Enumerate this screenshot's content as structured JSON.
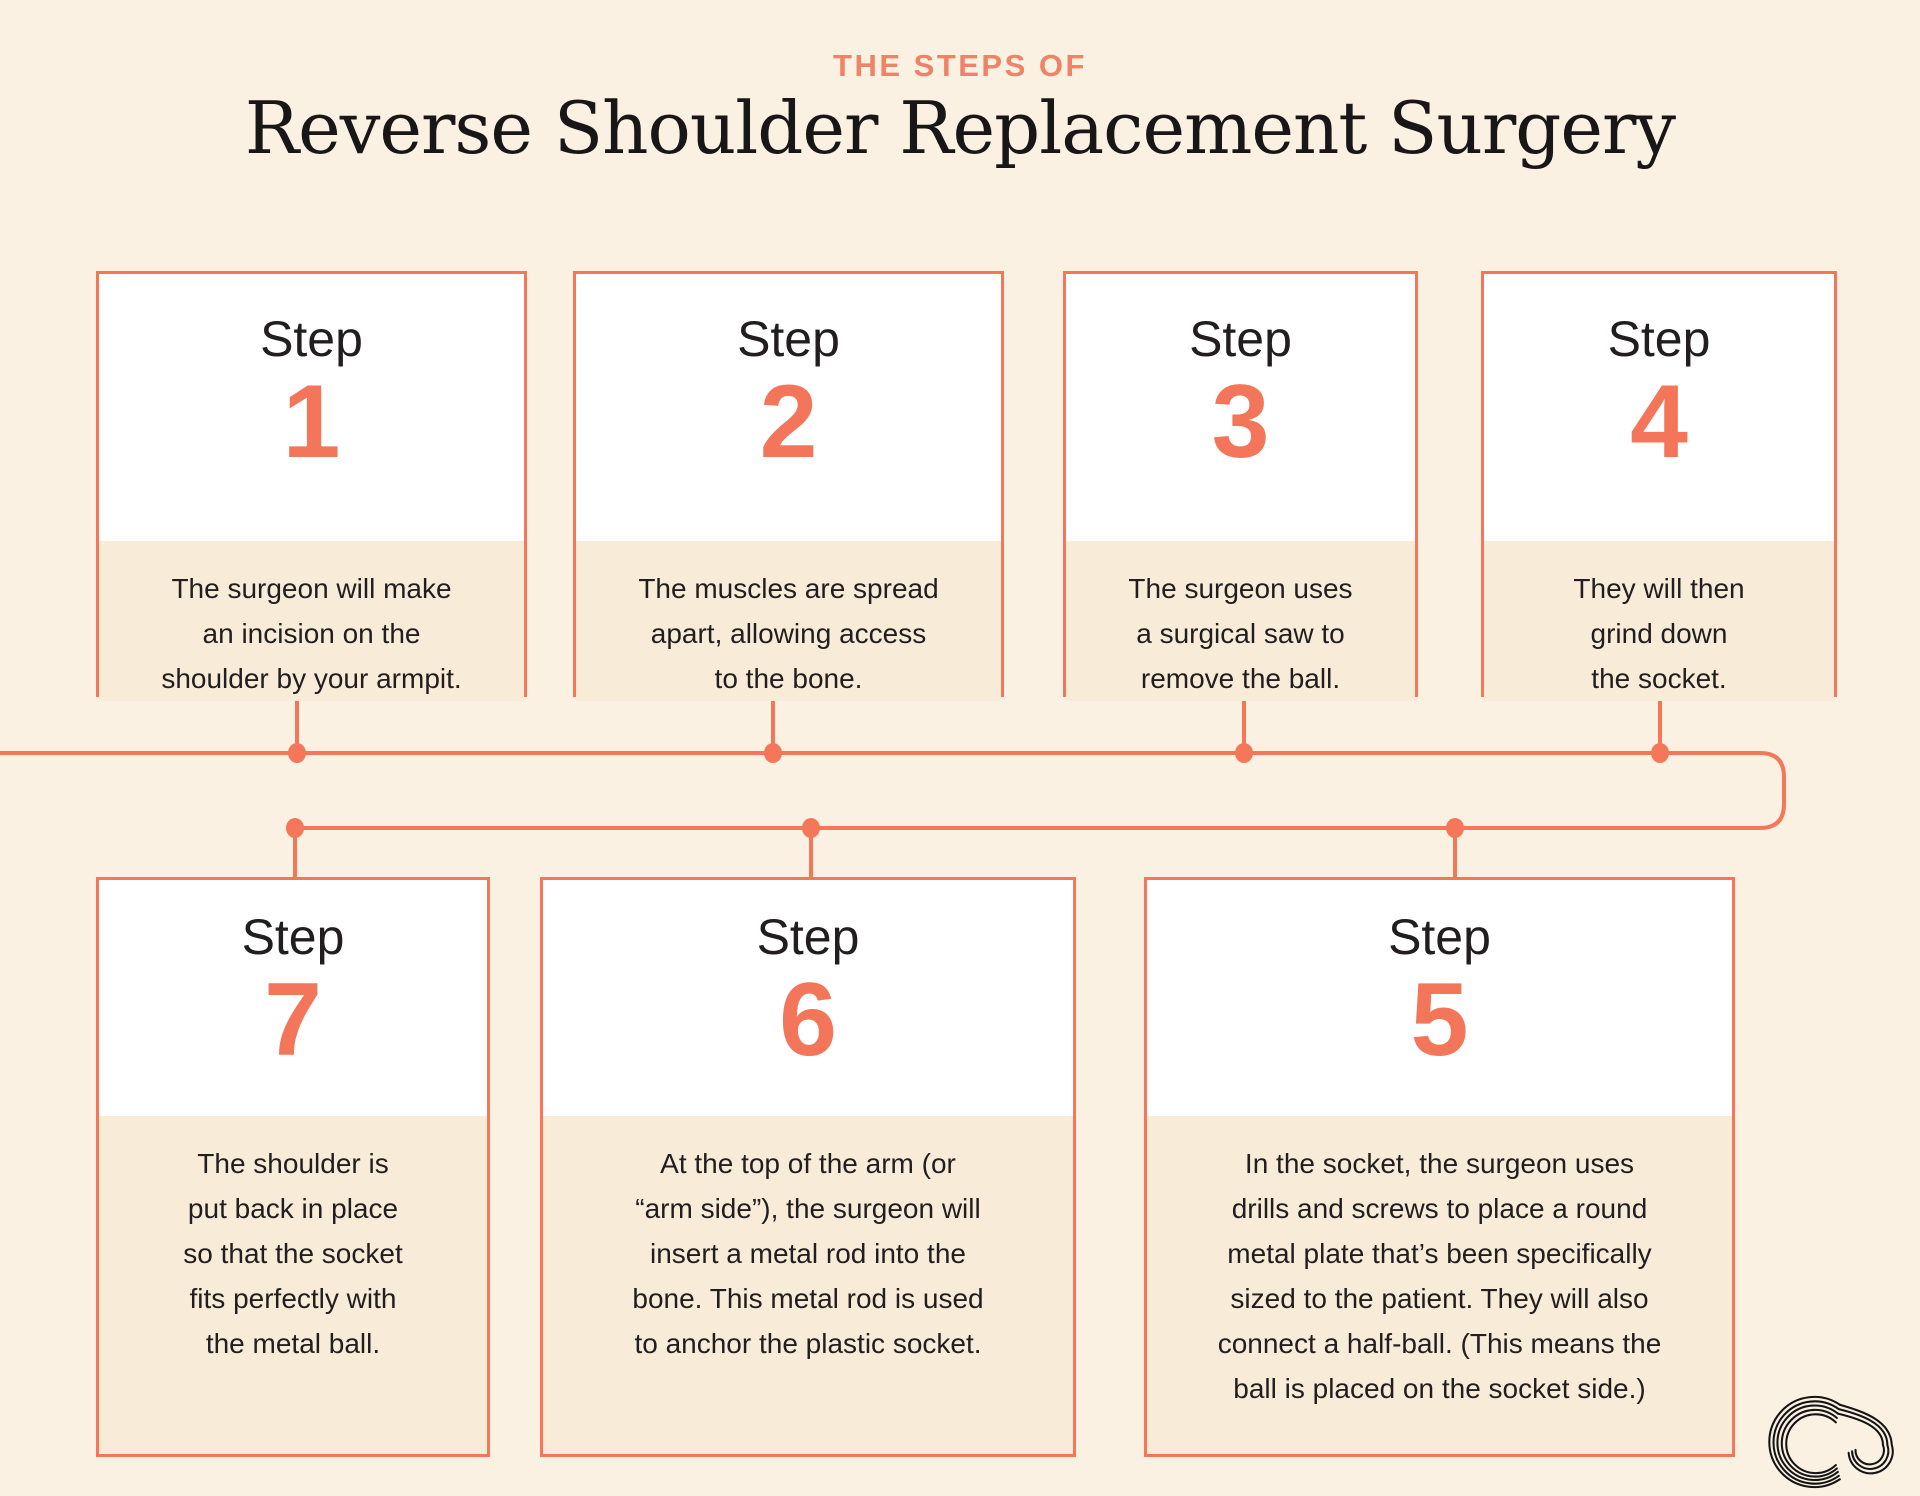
{
  "colors": {
    "background": "#FAF1E2",
    "card_body": "#F8ECD9",
    "accent": "#F4775A",
    "number": "#F4765A",
    "eyebrow": "#EF8367",
    "text": "#221E1F",
    "title": "#191617"
  },
  "header": {
    "eyebrow": "THE STEPS OF",
    "title": "Reverse Shoulder Replacement Surgery"
  },
  "steps": [
    {
      "label": "Step",
      "number": "1",
      "text": "The surgeon will make\nan incision on the\nshoulder by your armpit."
    },
    {
      "label": "Step",
      "number": "2",
      "text": "The muscles are spread\napart, allowing access\nto the bone."
    },
    {
      "label": "Step",
      "number": "3",
      "text": "The surgeon uses\na surgical saw to\nremove the ball."
    },
    {
      "label": "Step",
      "number": "4",
      "text": "They will then\ngrind down\nthe socket."
    },
    {
      "label": "Step",
      "number": "5",
      "text": "In the socket, the surgeon uses\ndrills and screws to place a round\nmetal plate that’s been specifically\nsized to the patient. They will also\nconnect a half-ball. (This means the\nball is placed on the socket side.)"
    },
    {
      "label": "Step",
      "number": "6",
      "text": "At the top of the arm (or\n“arm side”), the surgeon will\ninsert a metal rod into the\nbone. This metal rod is used\nto anchor the plastic socket."
    },
    {
      "label": "Step",
      "number": "7",
      "text": "The shoulder is\nput back in place\nso that the socket\nfits perfectly with\nthe metal ball."
    }
  ],
  "brand": {
    "logo_icon": "co-monogram"
  }
}
